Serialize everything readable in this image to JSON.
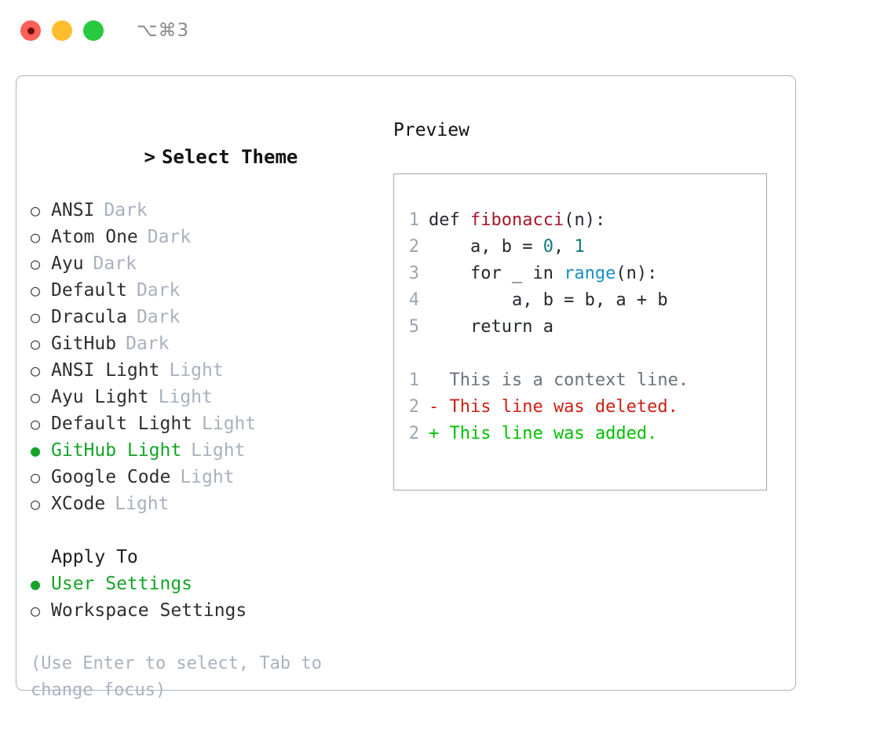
{
  "titlebar": {
    "shortcut": "⌥⌘3",
    "buttons": [
      {
        "name": "close",
        "color": "#ff5f57"
      },
      {
        "name": "minimize",
        "color": "#ffbd2e"
      },
      {
        "name": "zoom",
        "color": "#28c840"
      }
    ]
  },
  "theme_picker": {
    "heading": "> Select Theme",
    "caret": ">",
    "heading_text": "Select Theme",
    "bullet_unselected": "○",
    "bullet_selected": "●",
    "options": [
      {
        "label": "ANSI",
        "tag": "Dark",
        "selected": false
      },
      {
        "label": "Atom One",
        "tag": "Dark",
        "selected": false
      },
      {
        "label": "Ayu",
        "tag": "Dark",
        "selected": false
      },
      {
        "label": "Default",
        "tag": "Dark",
        "selected": false
      },
      {
        "label": "Dracula",
        "tag": "Dark",
        "selected": false
      },
      {
        "label": "GitHub",
        "tag": "Dark",
        "selected": false
      },
      {
        "label": "ANSI Light",
        "tag": "Light",
        "selected": false
      },
      {
        "label": "Ayu Light",
        "tag": "Light",
        "selected": false
      },
      {
        "label": "Default Light",
        "tag": "Light",
        "selected": false
      },
      {
        "label": "GitHub Light",
        "tag": "Light",
        "selected": true
      },
      {
        "label": "Google Code",
        "tag": "Light",
        "selected": false
      },
      {
        "label": "XCode",
        "tag": "Light",
        "selected": false
      }
    ]
  },
  "apply_to": {
    "heading": "Apply To",
    "options": [
      {
        "label": "User Settings",
        "selected": true
      },
      {
        "label": "Workspace Settings",
        "selected": false
      }
    ]
  },
  "hint": "(Use Enter to select, Tab to change focus)",
  "preview": {
    "title": "Preview",
    "code_lines": [
      {
        "number": "1",
        "tokens": [
          {
            "text": "def ",
            "kind": "plain"
          },
          {
            "text": "fibonacci",
            "kind": "func"
          },
          {
            "text": "(n):",
            "kind": "plain"
          }
        ]
      },
      {
        "number": "2",
        "tokens": [
          {
            "text": "    a, b = ",
            "kind": "plain"
          },
          {
            "text": "0",
            "kind": "num"
          },
          {
            "text": ", ",
            "kind": "plain"
          },
          {
            "text": "1",
            "kind": "num"
          }
        ]
      },
      {
        "number": "3",
        "tokens": [
          {
            "text": "    for _ in ",
            "kind": "plain"
          },
          {
            "text": "range",
            "kind": "builtin"
          },
          {
            "text": "(n):",
            "kind": "plain"
          }
        ]
      },
      {
        "number": "4",
        "tokens": [
          {
            "text": "        a, b = b, a + b",
            "kind": "plain"
          }
        ]
      },
      {
        "number": "5",
        "tokens": [
          {
            "text": "    return a",
            "kind": "plain"
          }
        ]
      }
    ],
    "diff_lines": [
      {
        "number": "1",
        "marker": " ",
        "text": "  This is a context line.",
        "kind": "context"
      },
      {
        "number": "2",
        "marker": "-",
        "text": "- This line was deleted.",
        "kind": "deleted"
      },
      {
        "number": "2",
        "marker": "+",
        "text": "+ This line was added.",
        "kind": "added"
      }
    ]
  },
  "colors": {
    "accent_green": "#16a32a",
    "muted": "#a8b1bc",
    "border": "#a9b4c0",
    "diff_added": "#00c000",
    "diff_deleted": "#cc1f14",
    "diff_context": "#6a737d",
    "syntax_function": "#a3182a",
    "syntax_number": "#12787f",
    "syntax_builtin": "#1a8ec4"
  }
}
